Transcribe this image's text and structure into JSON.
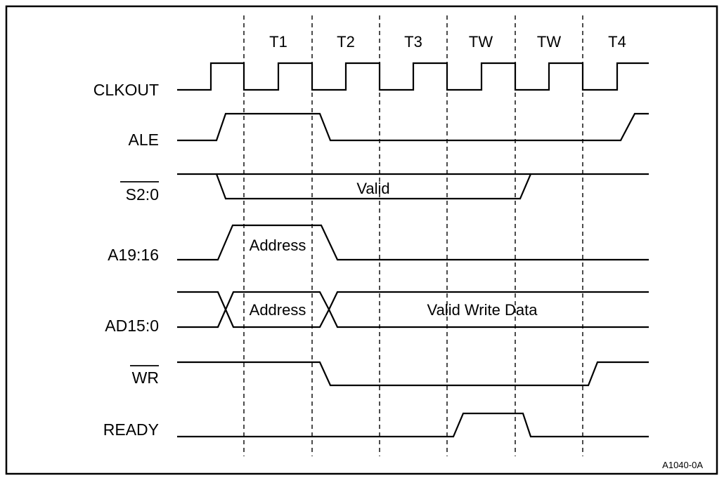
{
  "figure_id": "A1040-0A",
  "states": [
    "T1",
    "T2",
    "T3",
    "TW",
    "TW",
    "T4"
  ],
  "signals": {
    "clkout": {
      "label": "CLKOUT",
      "overbar": false
    },
    "ale": {
      "label": "ALE",
      "overbar": false
    },
    "s2_0": {
      "label": "S2:0",
      "overbar": true,
      "bus_text": "Valid"
    },
    "a19_16": {
      "label": "A19:16",
      "overbar": false,
      "bus_text": "Address"
    },
    "ad15_0": {
      "label": "AD15:0",
      "overbar": false,
      "bus_text_address": "Address",
      "bus_text_data": "Valid Write Data"
    },
    "wr": {
      "label": "WR",
      "overbar": true
    },
    "ready": {
      "label": "READY",
      "overbar": false
    }
  }
}
